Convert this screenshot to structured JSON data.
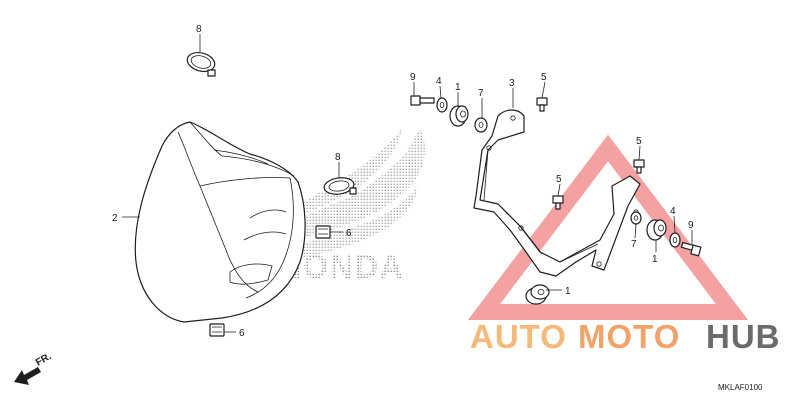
{
  "diagram": {
    "callouts": [
      {
        "id": "c8a",
        "label": "8"
      },
      {
        "id": "c8b",
        "label": "8"
      },
      {
        "id": "c2",
        "label": "2"
      },
      {
        "id": "c6a",
        "label": "6"
      },
      {
        "id": "c6b",
        "label": "6"
      },
      {
        "id": "c9a",
        "label": "9"
      },
      {
        "id": "c4a",
        "label": "4"
      },
      {
        "id": "c1a",
        "label": "1"
      },
      {
        "id": "c7a",
        "label": "7"
      },
      {
        "id": "c3",
        "label": "3"
      },
      {
        "id": "c5a",
        "label": "5"
      },
      {
        "id": "c5b",
        "label": "5"
      },
      {
        "id": "c5c",
        "label": "5"
      },
      {
        "id": "c4b",
        "label": "4"
      },
      {
        "id": "c9b",
        "label": "9"
      },
      {
        "id": "c7b",
        "label": "7"
      },
      {
        "id": "c1b",
        "label": "1"
      },
      {
        "id": "c1c",
        "label": "1"
      }
    ],
    "front_marker": "FR.",
    "diagram_code": "MKLAF0100",
    "honda_watermark": "HONDA"
  },
  "watermark": {
    "part1": "AUTO",
    "part2": "MOTO",
    "part3": "HUB",
    "colors": {
      "auto": "#f5b97a",
      "moto": "#f2a36a",
      "hub": "#6b6b6b",
      "triangle": "#f08a8a"
    }
  }
}
